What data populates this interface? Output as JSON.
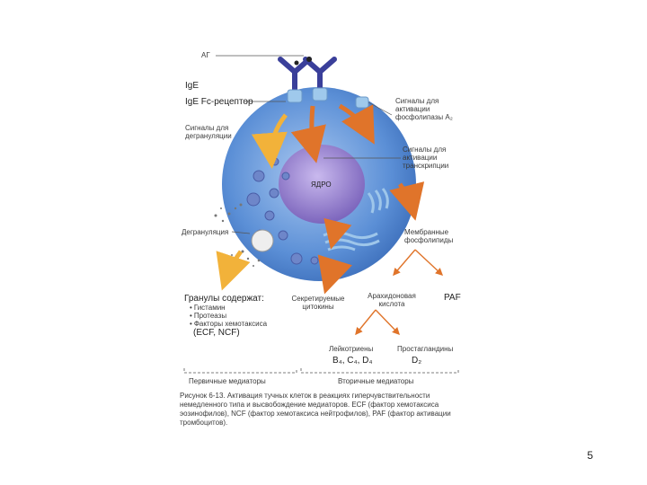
{
  "labels": {
    "ag": "АГ",
    "ige": "IgE",
    "ige_fc": "IgE Fc-рецептор",
    "signals_degran": "Сигналы для дегрануляции",
    "signals_phospholipase": "Сигналы для активации фосфолипазы A₂",
    "signals_cytokine": "Сигналы для активации транскрипции",
    "nucleus": "ЯДРО",
    "degranulation": "Дегрануляция",
    "membrane_phospholipids": "Мембранные фосфолипиды",
    "granules_contain": "Гранулы содержат:",
    "granule_items": [
      "Гистамин",
      "Протеазы",
      "Факторы хемотаксиса"
    ],
    "granule_factors": "(ECF, NCF)",
    "cytokine_secretion": "Секретируемые цитокины",
    "arachidonic": "Арахидоновая кислота",
    "paf": "PAF",
    "leukotrienes": "Лейкотриены",
    "leukotrienes_sub": "B₄, C₄, D₄",
    "prostaglandins": "Простагландины",
    "prostaglandins_sub": "D₂",
    "primary_mediators": "Первичные медиаторы",
    "secondary_mediators": "Вторичные медиаторы"
  },
  "caption": "Рисунок 6-13. Активация тучных клеток в реакциях гиперчувствительности немедленного типа и высвобождение медиаторов. ECF (фактор хемотаксиса эозинофилов), NCF (фактор хемотаксиса нейтрофилов), PAF (фактор активации тромбоцитов).",
  "page_number": "5",
  "colors": {
    "cell": "#5b8fd6",
    "nucleus": "#8a78c6",
    "arrow_orange": "#e0742a",
    "arrow_yellow": "#f2b23a",
    "antibody": "#3a3f9a"
  }
}
